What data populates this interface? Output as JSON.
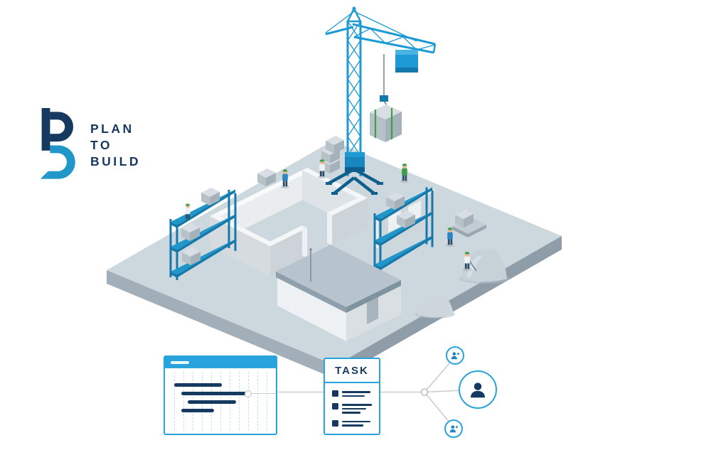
{
  "logo": {
    "line1": "PLAN",
    "line2": "TO",
    "line3": "BUILD"
  },
  "colors": {
    "accent_blue": "#29a3dc",
    "crane_blue": "#1d9ad3",
    "dark_navy": "#16395f",
    "helmet_green": "#3f9e49",
    "connector_gray": "#c9ced3"
  },
  "gantt_card": {
    "gridlines": 11,
    "gridline_step": 13,
    "bars": [
      {
        "x": 13,
        "y": 21,
        "w": 67
      },
      {
        "x": 23,
        "y": 33,
        "w": 92,
        "connector": true
      },
      {
        "x": 32,
        "y": 45,
        "w": 68
      },
      {
        "x": 23,
        "y": 57,
        "w": 46
      }
    ]
  },
  "task_card": {
    "title": "TASK",
    "rows": [
      {
        "lines": [
          40,
          32
        ]
      },
      {
        "lines": [
          42,
          34,
          26
        ]
      },
      {
        "lines": [
          40,
          30
        ]
      }
    ]
  },
  "icons": {
    "task_checkbox": "filled-square",
    "person_large": "user-silhouette",
    "person_small_top": "add-user",
    "person_small_bottom": "add-user"
  }
}
